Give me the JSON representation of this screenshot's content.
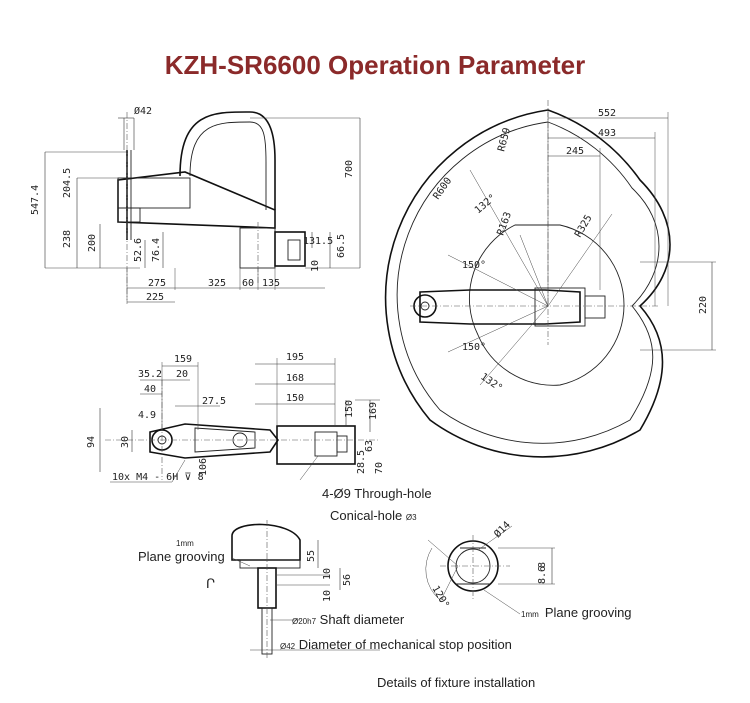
{
  "title": "KZH-SR6600 Operation Parameter",
  "side_view": {
    "d42": "42",
    "h547_4": "547.4",
    "h204_5": "204.5",
    "h238": "238",
    "h200": "200",
    "h52_6": "52.6",
    "h76_4": "76.4",
    "h700": "700",
    "h131_5": "131.5",
    "h66_5": "66.5",
    "h10": "10",
    "w275": "275",
    "w325": "325",
    "w60": "60",
    "w135": "135",
    "w225": "225"
  },
  "top_view": {
    "r659": "R659",
    "r600": "R600",
    "r163": "R163",
    "r325": "R325",
    "w552": "552",
    "w493": "493",
    "w245": "245",
    "h220": "220",
    "a132_top": "132°",
    "a150_top": "150°",
    "a150_bot": "150°",
    "a132_bot": "132°"
  },
  "base_view": {
    "w159": "159",
    "w35_2": "35.2",
    "w20": "20",
    "w40": "40",
    "w4_9": "4.9",
    "w27_5": "27.5",
    "h94": "94",
    "h30": "30",
    "h106": "106",
    "w195": "195",
    "w168": "168",
    "w150": "150",
    "h150": "150",
    "h169": "169",
    "h63": "63",
    "h28_5": "28.5",
    "h70": "70",
    "note_m4": "10x M4 - 6H",
    "note_depth": "8",
    "through_hole": "Through-hole",
    "through_hole_dia": "4-Ø9",
    "conical_hole": "Conical-hole",
    "conical_hole_dia": "Ø3"
  },
  "fixture": {
    "h55": "55",
    "h10": "10",
    "h56": "56",
    "h10b": "10",
    "one_mm_a": "1mm",
    "plane_grooving_a": "Plane grooving",
    "shaft_dia_value": "Ø20h7",
    "shaft_dia_label": "Shaft diameter",
    "stop_dia_value": "Ø42",
    "stop_dia_label": "Diameter of mechanical stop position",
    "d14": "Ø14",
    "a120": "120°",
    "h8_6": "8.6",
    "h8": "8",
    "one_mm_b": "1mm",
    "plane_grooving_b": "Plane grooving",
    "caption": "Details of fixture installation"
  }
}
